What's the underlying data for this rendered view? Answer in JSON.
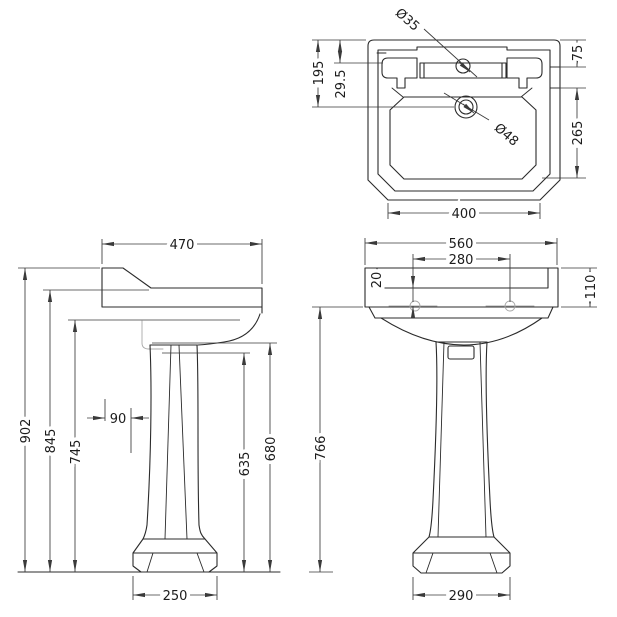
{
  "drawing": {
    "type": "pedestal-basin technical dimension drawing",
    "colors": {
      "line": "#2b2b2b",
      "dimension": "#3a3a3a",
      "hidden": "#a8a8a8",
      "background": "#ffffff"
    },
    "views": {
      "plan": {
        "name": "top view",
        "dims": {
          "dia35": "Ø35",
          "dia48": "Ø48",
          "d195": "195",
          "d29_5": "29.5",
          "d75": "75",
          "d265": "265",
          "d400": "400"
        }
      },
      "side": {
        "name": "side view",
        "dims": {
          "d470": "470",
          "d902": "902",
          "d845": "845",
          "d745": "745",
          "d90": "90",
          "d635": "635",
          "d680": "680",
          "d250": "250"
        }
      },
      "front": {
        "name": "front view",
        "dims": {
          "d560": "560",
          "d280": "280",
          "d20": "20",
          "d110": "110",
          "d766": "766",
          "d290": "290"
        }
      }
    }
  }
}
